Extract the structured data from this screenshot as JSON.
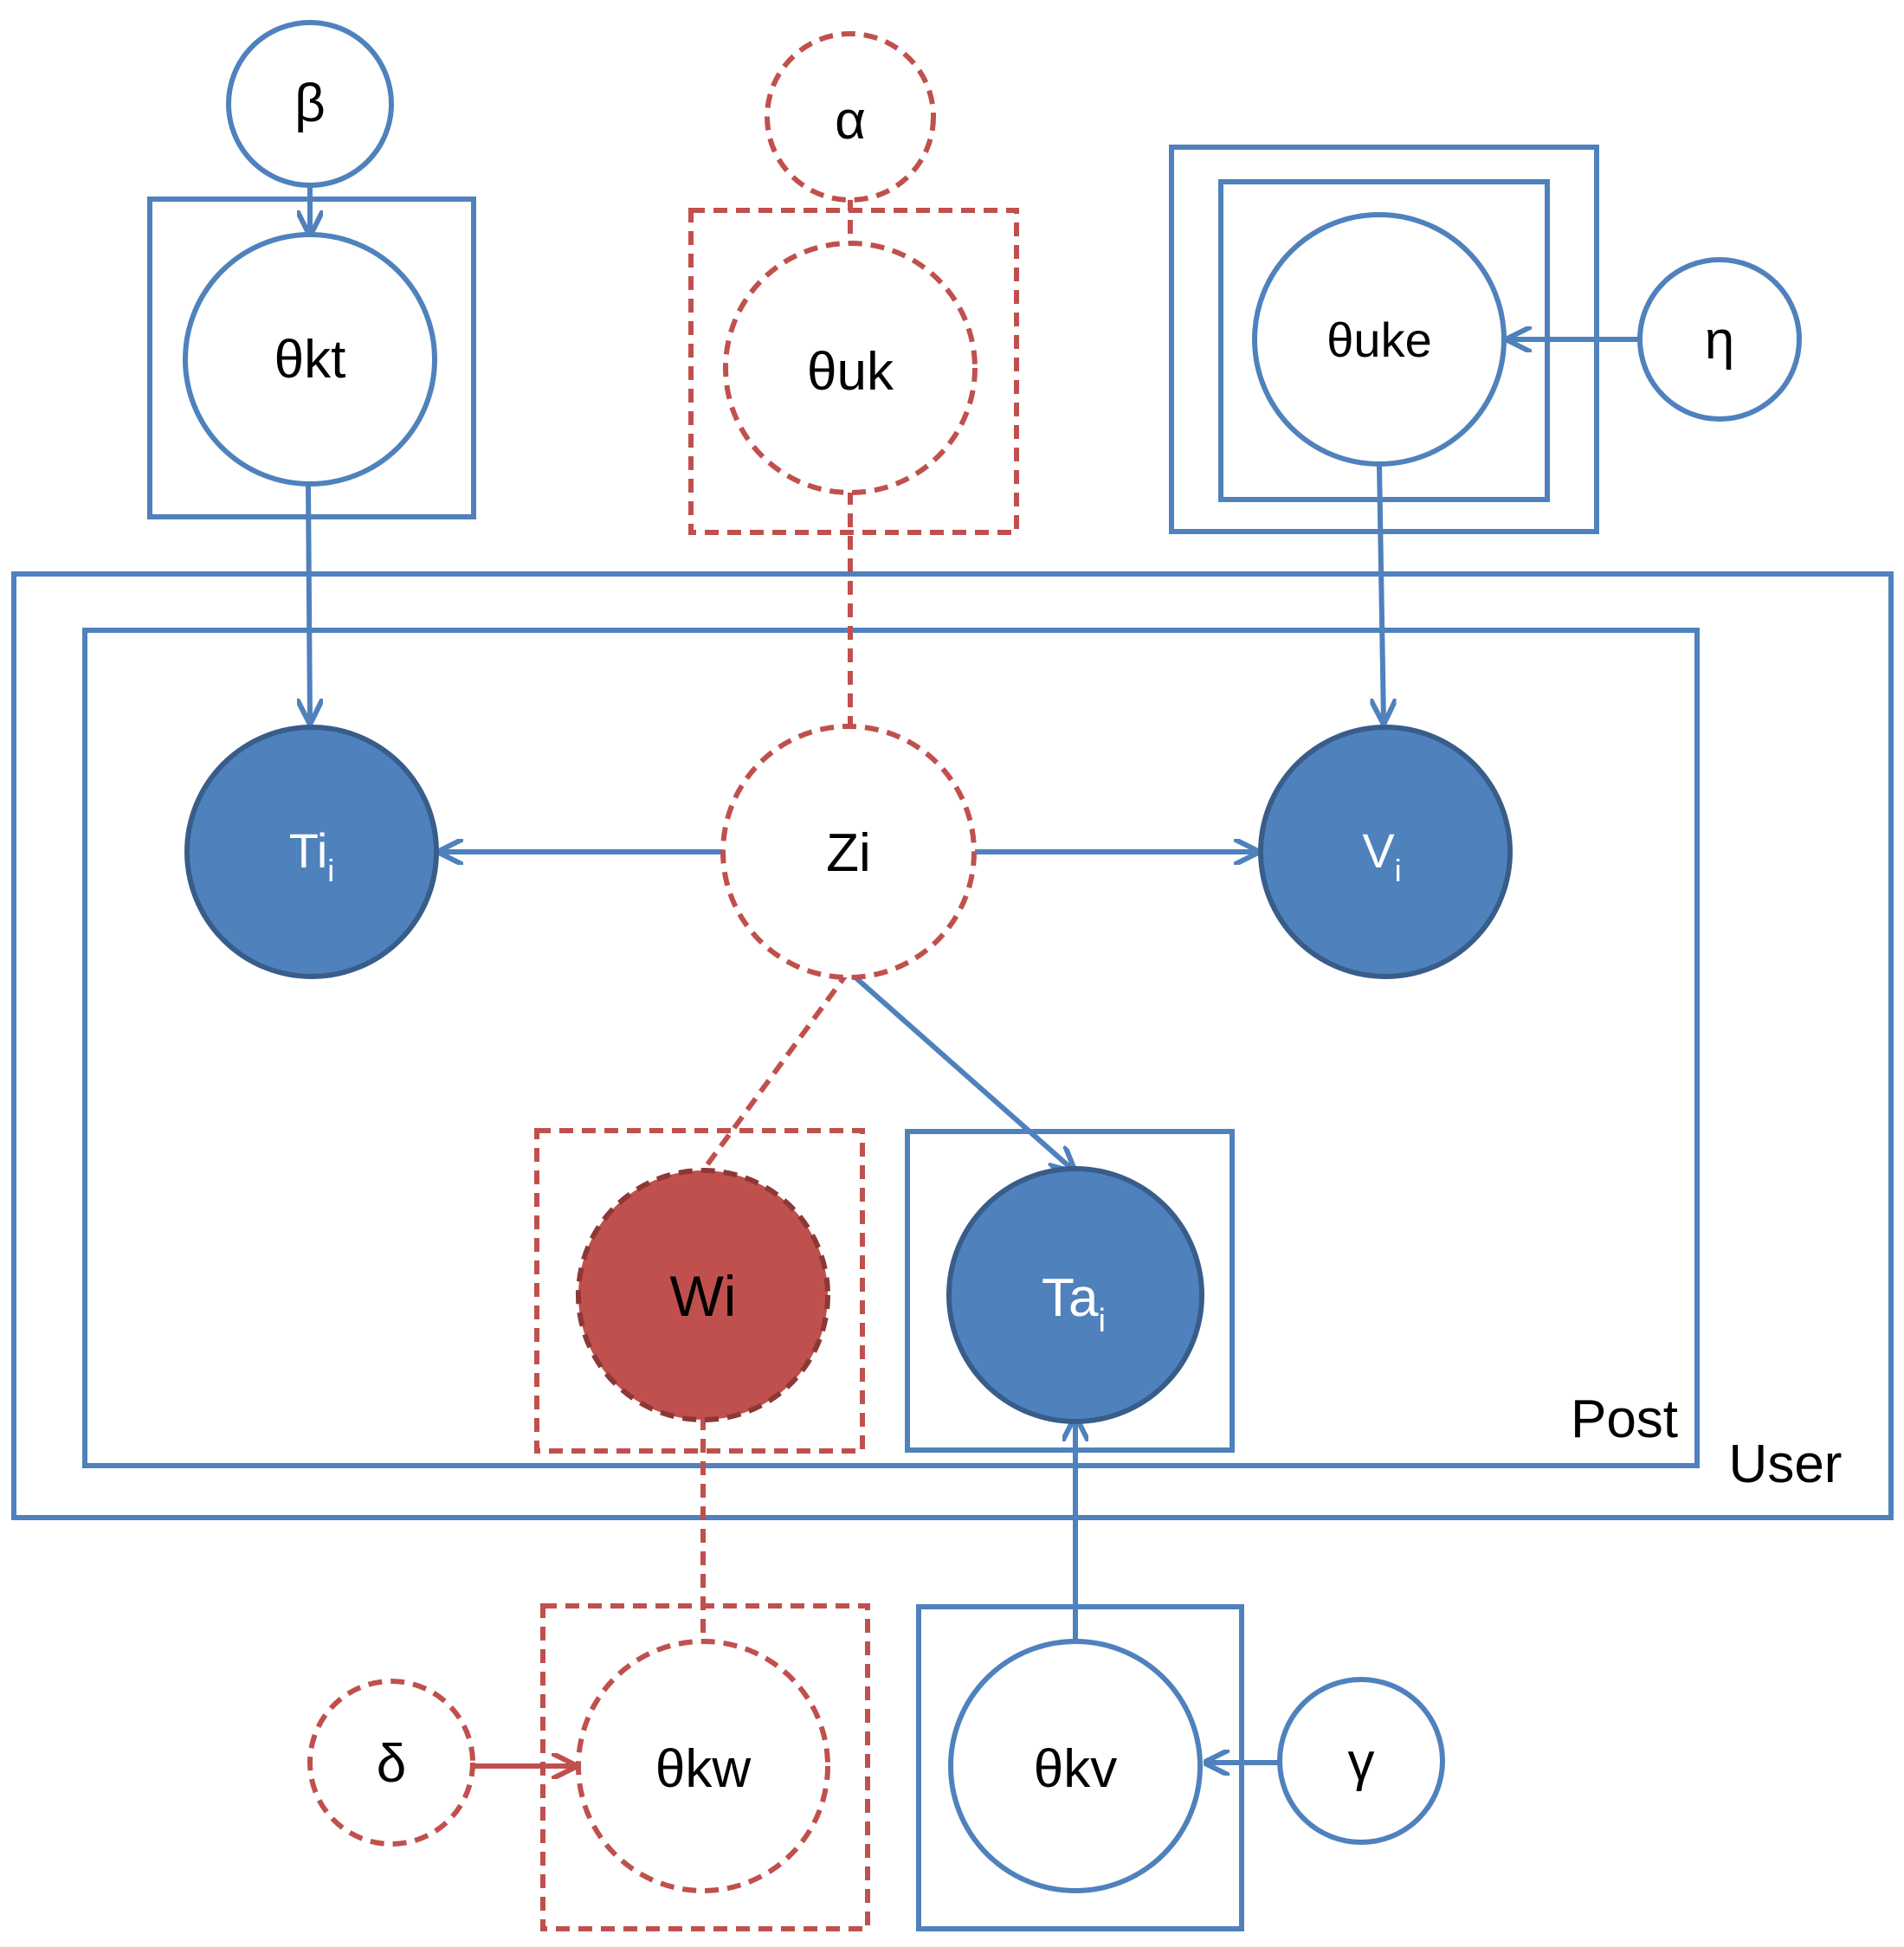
{
  "colors": {
    "blue": "#4F81BD",
    "blue_dark": "#385D8A",
    "red": "#C0504D",
    "red_dark": "#8C3836",
    "white": "#FFFFFF"
  },
  "plates": {
    "post": "Post",
    "user": "User"
  },
  "nodes": {
    "beta": "β",
    "alpha": "α",
    "eta": "η",
    "delta": "δ",
    "gamma": "γ",
    "theta_kt": "θkt",
    "theta_uk": "θuk",
    "theta_uke": "θuke",
    "theta_kw": "θkw",
    "theta_kv": "θkv",
    "zi": "Zi",
    "wi": "Wi",
    "ti": {
      "base": "Ti",
      "sub": "i"
    },
    "vi": {
      "base": "V",
      "sub": "i"
    },
    "tai": {
      "base": "Ta",
      "sub": "i"
    }
  }
}
